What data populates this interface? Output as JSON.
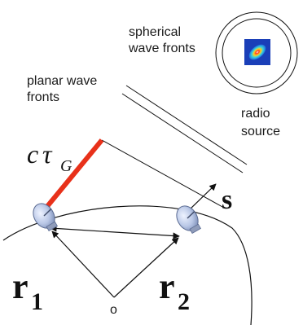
{
  "labels": {
    "spherical_line1": "spherical",
    "spherical_line2": "wave fronts",
    "planar_line1": "planar wave",
    "planar_line2": "fronts",
    "radio_line1": "radio",
    "radio_line2": "source",
    "delay_c": "c",
    "delay_tau": "τ",
    "delay_sub": "G",
    "s_vector": "s",
    "r1_main": "r",
    "r1_sub": "1",
    "r2_main": "r",
    "r2_sub": "2",
    "origin": "o"
  },
  "colors": {
    "delay_line": "#e8311a",
    "lines": "#111111",
    "dish": "#b9c7e6"
  },
  "icons": {
    "source": "radio-source-icon",
    "antenna": "radio-dish-icon"
  }
}
